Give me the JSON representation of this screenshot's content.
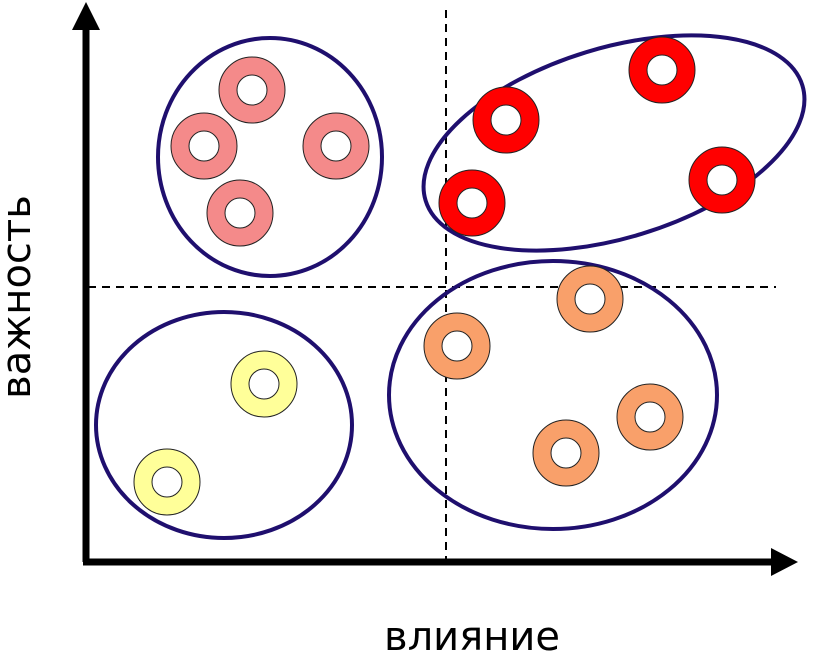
{
  "axes": {
    "x_label": "влияние",
    "y_label": "важность"
  },
  "colors": {
    "axis": "#000000",
    "group_outline": "#1f0f6e",
    "ring_stroke": "#222222",
    "dashed_lines": "#000000"
  },
  "groups": [
    {
      "name": "top-left-group",
      "ring_color": "#f48a8a",
      "ring_count": 4
    },
    {
      "name": "top-right-group",
      "ring_color": "#ff0000",
      "ring_count": 4
    },
    {
      "name": "bottom-left-group",
      "ring_color": "#ffff99",
      "ring_count": 2
    },
    {
      "name": "bottom-right-group",
      "ring_color": "#f9a06a",
      "ring_count": 4
    }
  ]
}
